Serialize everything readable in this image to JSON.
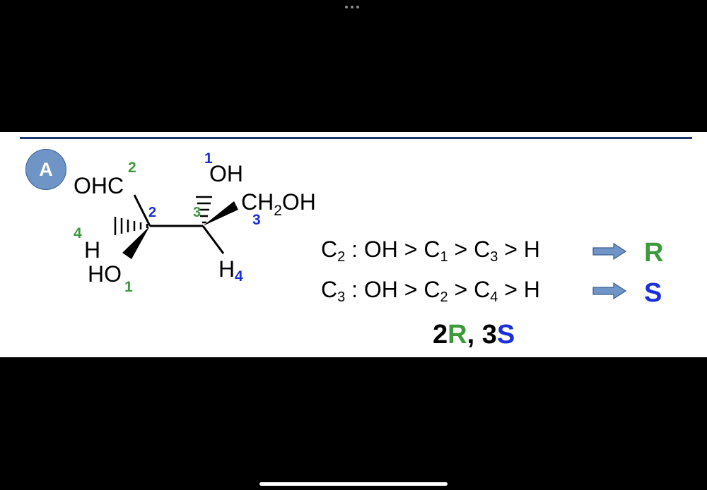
{
  "badge": "A",
  "structure": {
    "ohc": "OHC",
    "oh_top": "OH",
    "ch2oh": {
      "c": "CH",
      "sub": "2",
      "oh": "OH"
    },
    "h_left": "H",
    "ho_bottom": "HO",
    "h_bottom": "H",
    "labels": {
      "c2": "2",
      "c3": "3",
      "p_ohc": "2",
      "p_oh_top": "1",
      "p_ch2oh": "3",
      "p_h_left": "4",
      "p_ho": "1",
      "p_h_bottom": "4"
    }
  },
  "rules": [
    {
      "center": "C",
      "center_sub": "2",
      "text1": " : OH > C",
      "sub1": "1",
      "text2": " > C",
      "sub2": "3",
      "text3": " > H",
      "result": "R"
    },
    {
      "center": "C",
      "center_sub": "3",
      "text1": " : OH > C",
      "sub1": "2",
      "text2": " > C",
      "sub2": "4",
      "text3": " > H",
      "result": "S"
    }
  ],
  "summary": {
    "n1": "2",
    "l1": "R",
    "sep": ", ",
    "n2": "3",
    "l2": "S"
  },
  "colors": {
    "green": "#3c9a3c",
    "blue": "#1a2fd8",
    "badge": "#6f95c7",
    "rule": "#1f3a73",
    "arrow": "#6f95c7"
  }
}
